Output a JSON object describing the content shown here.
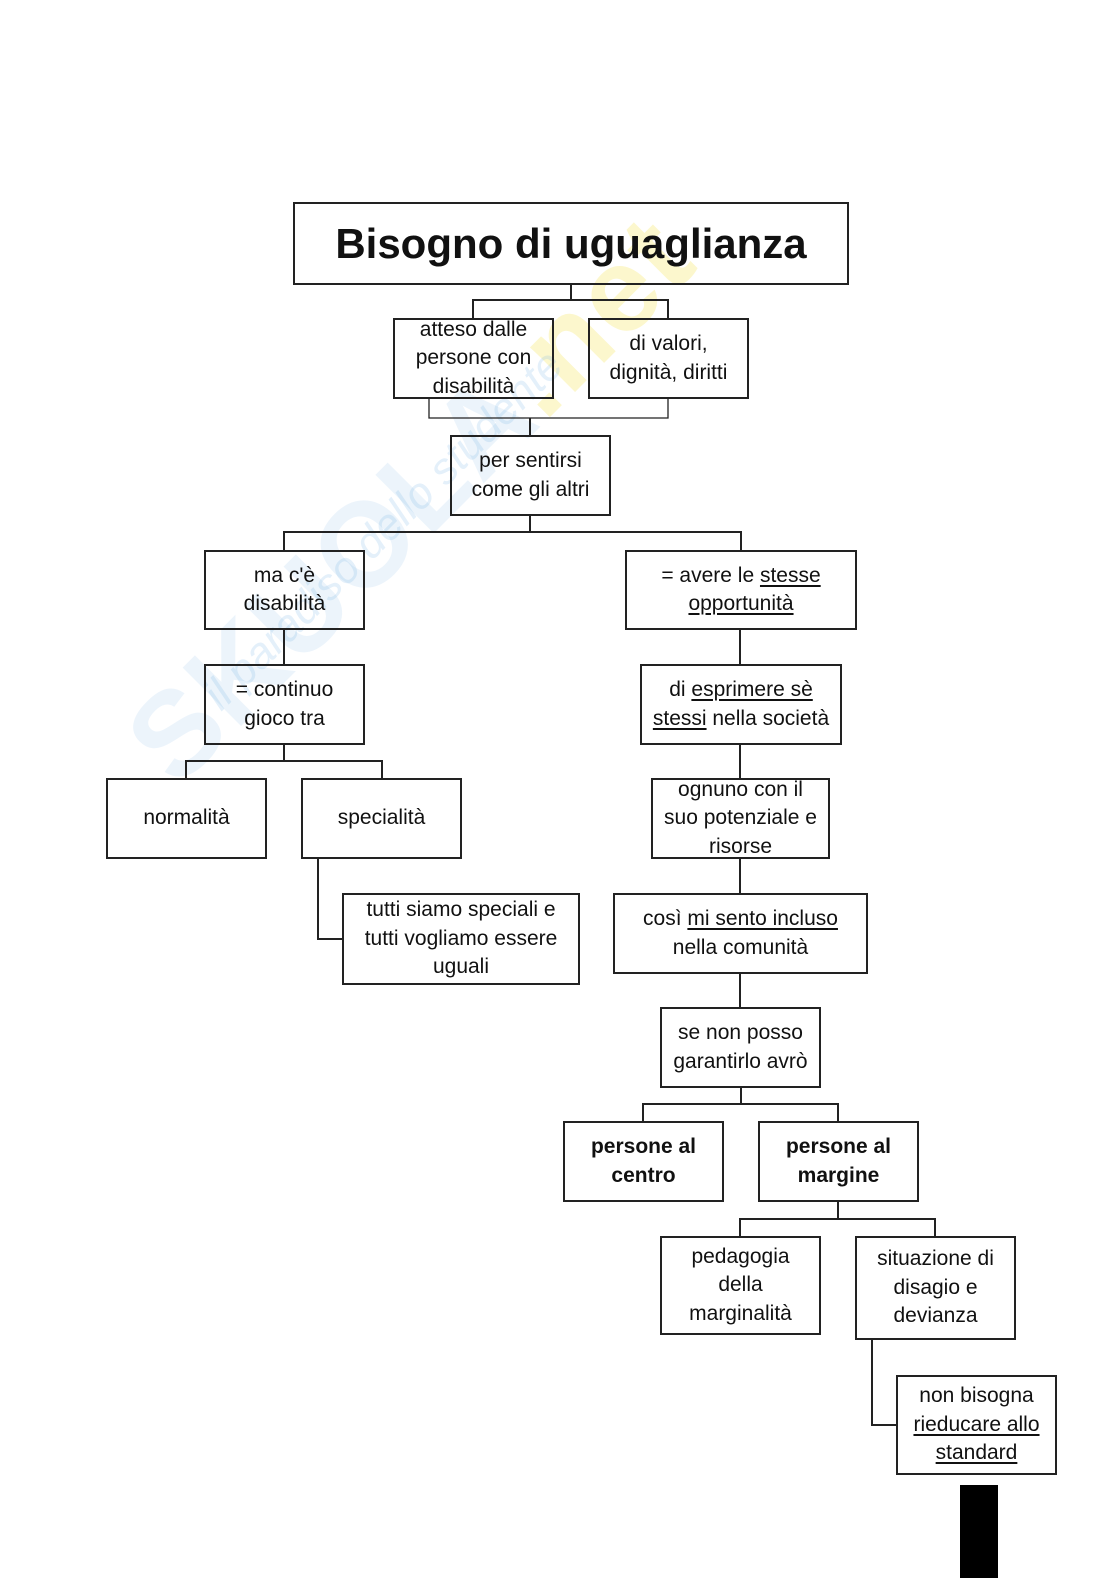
{
  "watermark": {
    "brand": "SKUOLA",
    "brand_suffix": ".net",
    "tagline": "il paradiso dello studente"
  },
  "title": "Bisogno di uguaglianza",
  "nodes": [
    {
      "id": "atteso",
      "lines": [
        [
          {
            "t": "atteso dalle"
          }
        ],
        [
          {
            "t": "persone con"
          }
        ],
        [
          {
            "t": "disabilità"
          }
        ]
      ]
    },
    {
      "id": "valori",
      "lines": [
        [
          {
            "t": "di valori,"
          }
        ],
        [
          {
            "t": "dignità, diritti"
          }
        ]
      ]
    },
    {
      "id": "sentirsi",
      "lines": [
        [
          {
            "t": "per sentirsi"
          }
        ],
        [
          {
            "t": "come gli altri"
          }
        ]
      ]
    },
    {
      "id": "disabilita",
      "lines": [
        [
          {
            "t": "ma c'è"
          }
        ],
        [
          {
            "t": "disabilità"
          }
        ]
      ]
    },
    {
      "id": "opportunita",
      "lines": [
        [
          {
            "t": "= avere le "
          },
          {
            "t": "stesse",
            "u": true
          }
        ],
        [
          {
            "t": "opportunità",
            "u": true
          }
        ]
      ]
    },
    {
      "id": "continuo",
      "lines": [
        [
          {
            "t": "= continuo"
          }
        ],
        [
          {
            "t": "gioco tra"
          }
        ]
      ]
    },
    {
      "id": "esprimere",
      "lines": [
        [
          {
            "t": "di "
          },
          {
            "t": "esprimere sè",
            "u": true
          }
        ],
        [
          {
            "t": "stessi",
            "u": true
          },
          {
            "t": " nella società"
          }
        ]
      ]
    },
    {
      "id": "normalita",
      "lines": [
        [
          {
            "t": "normalità"
          }
        ]
      ]
    },
    {
      "id": "specialita",
      "lines": [
        [
          {
            "t": "specialità"
          }
        ]
      ]
    },
    {
      "id": "ognuno",
      "lines": [
        [
          {
            "t": "ognuno con il"
          }
        ],
        [
          {
            "t": "suo potenziale e"
          }
        ],
        [
          {
            "t": "risorse"
          }
        ]
      ]
    },
    {
      "id": "speciali",
      "lines": [
        [
          {
            "t": "tutti siamo speciali e"
          }
        ],
        [
          {
            "t": "tutti vogliamo essere"
          }
        ],
        [
          {
            "t": "uguali"
          }
        ]
      ]
    },
    {
      "id": "incluso",
      "lines": [
        [
          {
            "t": "così "
          },
          {
            "t": "mi sento incluso",
            "u": true
          }
        ],
        [
          {
            "t": "nella comunità"
          }
        ]
      ]
    },
    {
      "id": "garantirlo",
      "lines": [
        [
          {
            "t": "se non posso"
          }
        ],
        [
          {
            "t": "garantirlo avrò"
          }
        ]
      ]
    },
    {
      "id": "centro",
      "bold": true,
      "lines": [
        [
          {
            "t": "persone al"
          }
        ],
        [
          {
            "t": "centro"
          }
        ]
      ]
    },
    {
      "id": "margine",
      "bold": true,
      "lines": [
        [
          {
            "t": "persone al"
          }
        ],
        [
          {
            "t": "margine"
          }
        ]
      ]
    },
    {
      "id": "pedagogia",
      "lines": [
        [
          {
            "t": "pedagogia"
          }
        ],
        [
          {
            "t": "della"
          }
        ],
        [
          {
            "t": "marginalità"
          }
        ]
      ]
    },
    {
      "id": "disagio",
      "lines": [
        [
          {
            "t": "situazione di"
          }
        ],
        [
          {
            "t": "disagio e"
          }
        ],
        [
          {
            "t": "devianza"
          }
        ]
      ]
    },
    {
      "id": "rieducare",
      "lines": [
        [
          {
            "t": "non bisogna"
          }
        ],
        [
          {
            "t": "rieducare allo",
            "u": true
          }
        ],
        [
          {
            "t": "standard",
            "u": true
          }
        ]
      ]
    }
  ]
}
